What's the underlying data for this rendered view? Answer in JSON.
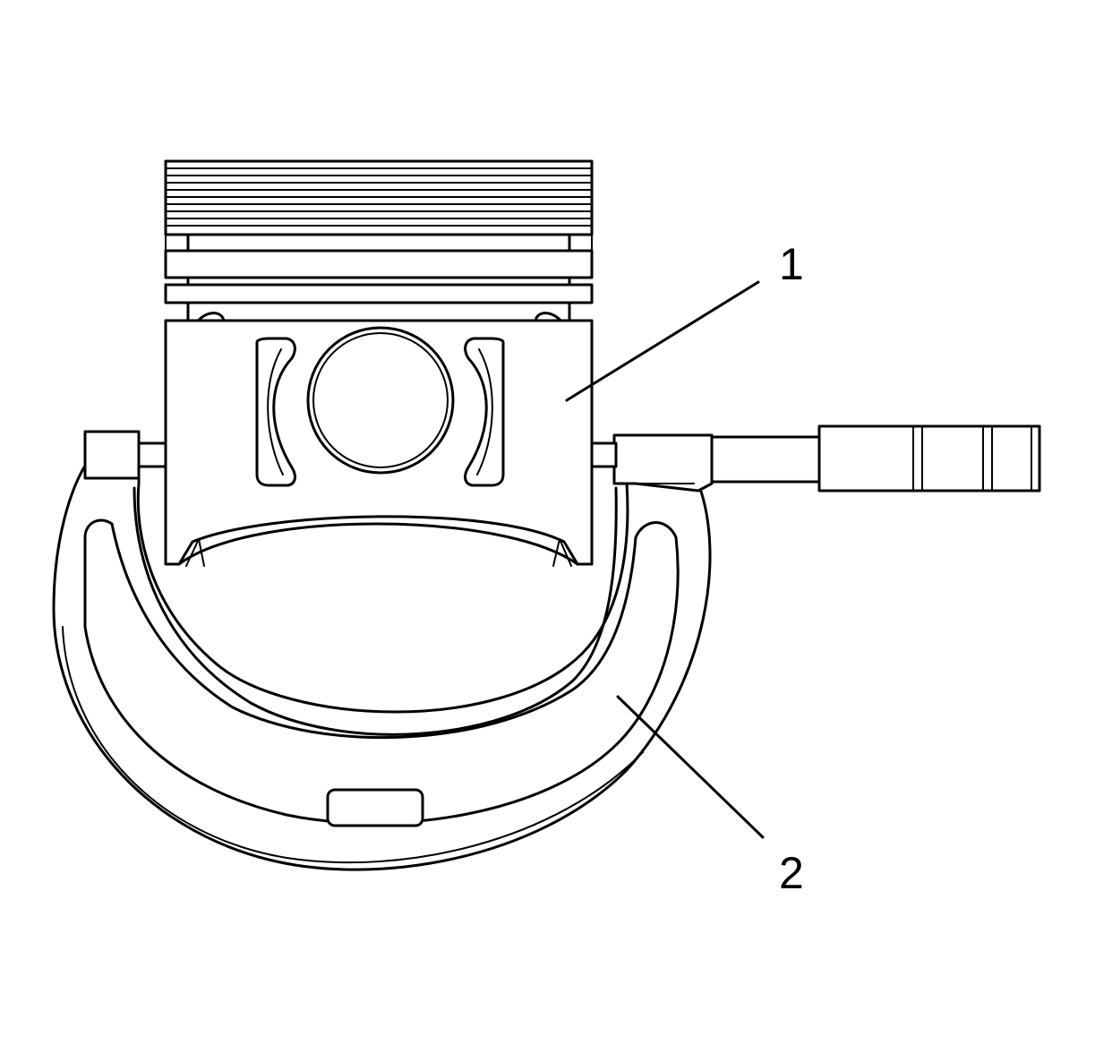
{
  "callouts": [
    {
      "number": "1",
      "target": "piston"
    },
    {
      "number": "2",
      "target": "micrometer"
    }
  ],
  "colors": {
    "line": "#000000",
    "background": "#ffffff"
  }
}
